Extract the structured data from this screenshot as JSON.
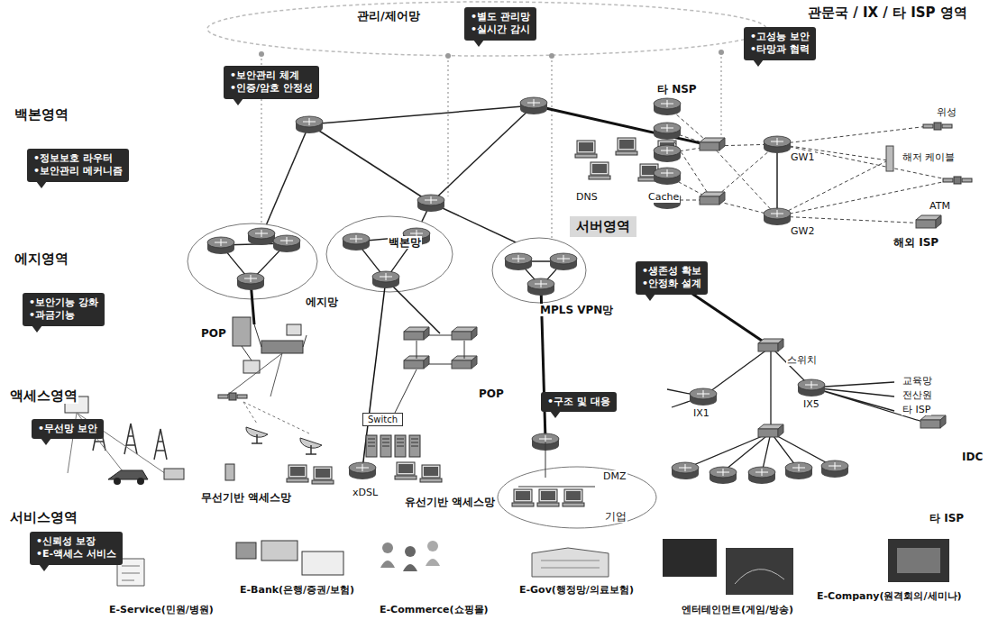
{
  "diagram": {
    "nodes": [
      {
        "text": [
          "•별도 관리망",
          "•실시간 감시"
        ]
      },
      {
        "text": [
          "•보안관리 체계",
          "•인증/암호 안정성"
        ]
      },
      {
        "text": [
          "•고성능 보안",
          "•타망과 협력"
        ]
      },
      {
        "text": [
          "•정보보호 라우터",
          "•보안관리 메커니즘"
        ]
      },
      {
        "text": [
          "서버영역"
        ]
      },
      {
        "text": [
          "•생존성 확보",
          "•안정화 설계"
        ]
      },
      {
        "text": [
          "•보안기능 강화",
          "•과금기능"
        ]
      },
      {
        "text": [
          "•무선망 보안"
        ]
      },
      {
        "text": [
          "Switch"
        ]
      },
      {
        "text": [
          "•구조 및 대응"
        ]
      },
      {
        "text": [
          "•신뢰성 보장",
          "•E-액세스 서비스"
        ]
      }
    ],
    "labels": [
      "관리/제어망",
      "관문국 / IX / 타 ISP 영역",
      "백본영역",
      "타 NSP",
      "위성",
      "해저 케이블",
      "DNS",
      "Cache",
      "백본망",
      "ATM",
      "GW1",
      "GW2",
      "해외 ISP",
      "에지영역",
      "에지망",
      "MPLS VPN망",
      "POP",
      "스위치",
      "교육망",
      "전산원",
      "타 ISP",
      "IX1",
      "IX5",
      "POP",
      "액세스영역",
      "IDC",
      "DMZ",
      "xDSL",
      "무선기반 액세스망",
      "유선기반 액세스망",
      "타 ISP",
      "기업",
      "서비스영역",
      "E-Service(민원/병원)",
      "E-Bank(은행/증권/보험)",
      "E-Commerce(쇼핑몰)",
      "E-Gov(행정망/의료보험)",
      "엔터테인먼트(게임/방송)",
      "E-Company(원격회의/세미나)"
    ]
  }
}
